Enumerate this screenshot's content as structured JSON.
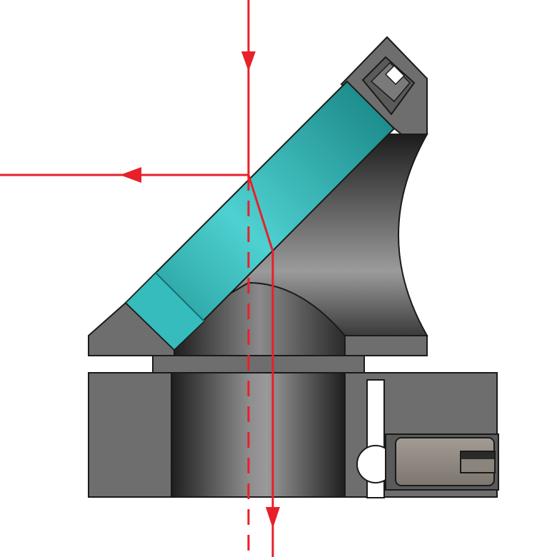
{
  "colors": {
    "housing_grey": "#6e6e6e",
    "housing_dark_grey": "#5e5e5e",
    "outline": "#1a1a1a",
    "mirror_teal": "#2fb3b3",
    "mirror_teal_light": "#4fd1d1",
    "mirror_teal_dark": "#177f7f",
    "beam_red": "#e8202a",
    "screw_tan": "#8f8880",
    "white": "#ffffff"
  },
  "components": {
    "mirror": "beam-splitter-mirror",
    "housing": "beam-splitter-housing",
    "incident_beam": "incident-beam",
    "reflected_beam": "reflected-beam",
    "transmitted_beam": "transmitted-beam",
    "original_axis": "original-optical-axis"
  }
}
